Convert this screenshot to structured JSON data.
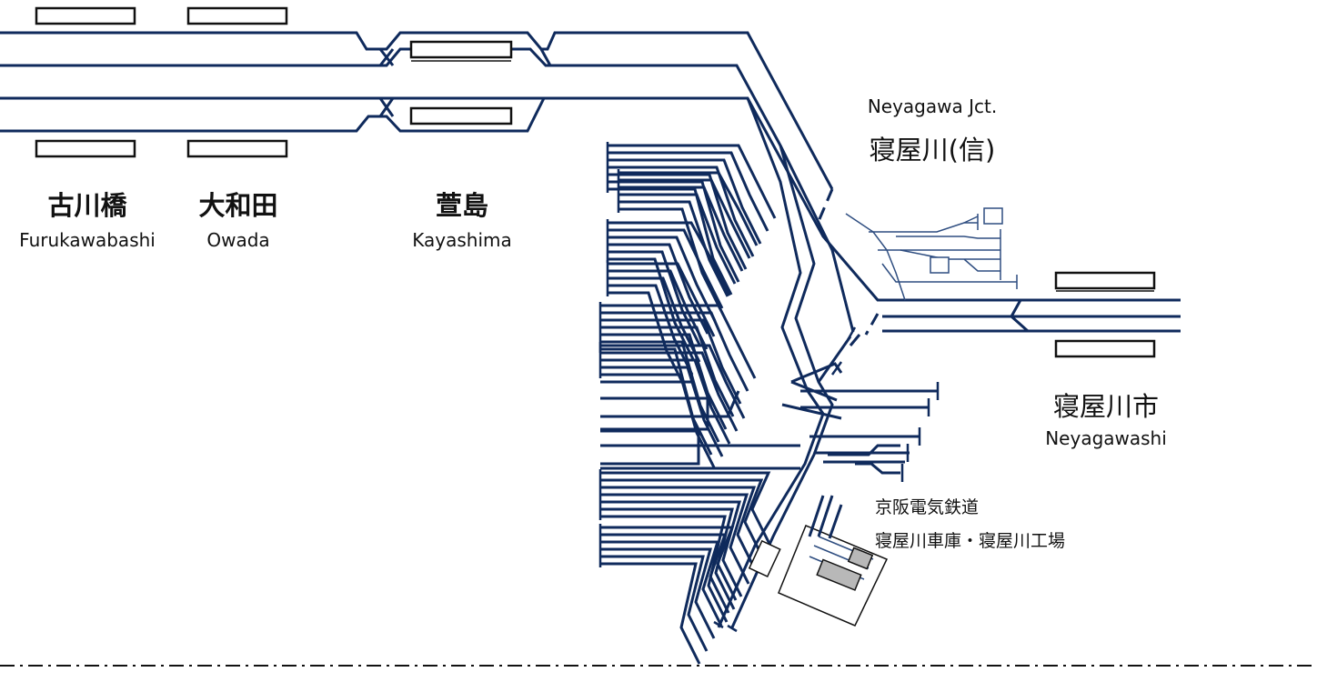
{
  "stations": [
    {
      "name_ja": "古川橋",
      "name_en": "Furukawabashi"
    },
    {
      "name_ja": "大和田",
      "name_en": "Owada"
    },
    {
      "name_ja": "萱島",
      "name_en": "Kayashima"
    },
    {
      "name_ja": "寝屋川(信)",
      "name_en": "Neyagawa Jct."
    },
    {
      "name_ja": "寝屋川市",
      "name_en": "Neyagawashi"
    }
  ],
  "depot": {
    "line1": "京阪電気鉄道",
    "line2": "寝屋川車庫・寝屋川工場"
  },
  "colors": {
    "track": "#0f2a5c",
    "siding": "#2e4d80",
    "building_fill": "#b8b8b8"
  }
}
